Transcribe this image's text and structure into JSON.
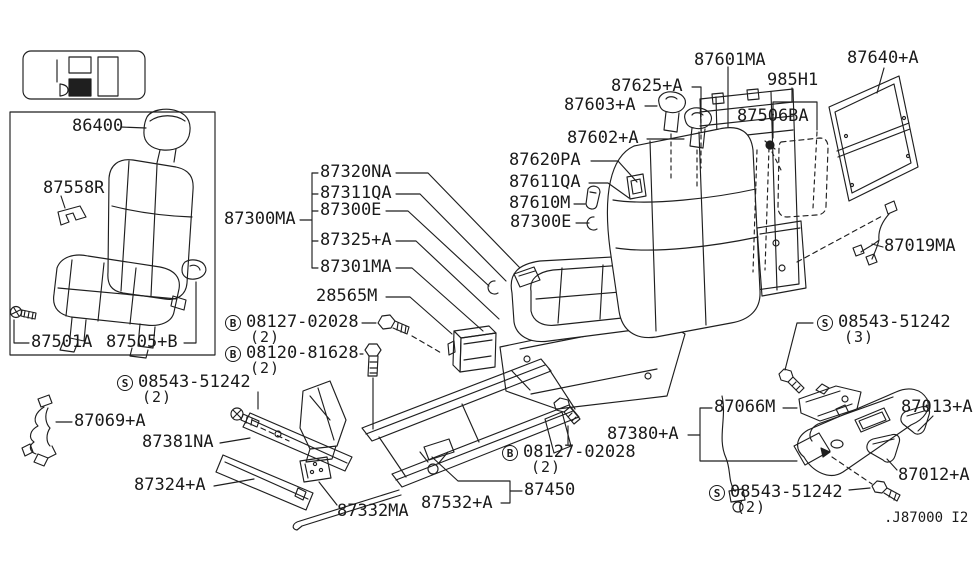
{
  "diagram": {
    "footer_code": ".J87000 I2",
    "fastener_prefixes": {
      "bolt": "B",
      "screw": "S"
    },
    "parts": {
      "p86400": "86400",
      "p87558r": "87558R",
      "p87501a": "87501A",
      "p87505b": "87505+B",
      "p87300ma": "87300MA",
      "p87320na": "87320NA",
      "p87311qa": "87311QA",
      "p87300e_seat": "87300E",
      "p87325a": "87325+A",
      "p87301ma": "87301MA",
      "p28565m": "28565M",
      "p87069a": "87069+A",
      "p87381na": "87381NA",
      "p87324a": "87324+A",
      "p87332ma": "87332MA",
      "p87532a": "87532+A",
      "p87450": "87450",
      "p87380a": "87380+A",
      "p87066m": "87066M",
      "p87013a": "87013+A",
      "p87012a": "87012+A",
      "p87019ma": "87019MA",
      "p87620pa": "87620PA",
      "p87611qa": "87611QA",
      "p87610m": "87610M",
      "p87300e_back": "87300E",
      "p87602a": "87602+A",
      "p87603a": "87603+A",
      "p87625a": "87625+A",
      "p87601ma": "87601MA",
      "p985h1": "985H1",
      "p87506ba": "87506BA",
      "p87640a": "87640+A"
    },
    "fasteners": {
      "bolt_08127_seat": {
        "code": "08127-02028",
        "qty": "(2)"
      },
      "bolt_08120": {
        "code": "08120-81628",
        "qty": "(2)"
      },
      "screw_08543_seat": {
        "code": "08543-51242",
        "qty": "(2)"
      },
      "bolt_08127_frame": {
        "code": "08127-02028",
        "qty": "(2)"
      },
      "screw_08543_back": {
        "code": "08543-51242",
        "qty": "(3)"
      },
      "screw_08543_shield": {
        "code": "08543-51242",
        "qty": "(2)"
      }
    }
  }
}
